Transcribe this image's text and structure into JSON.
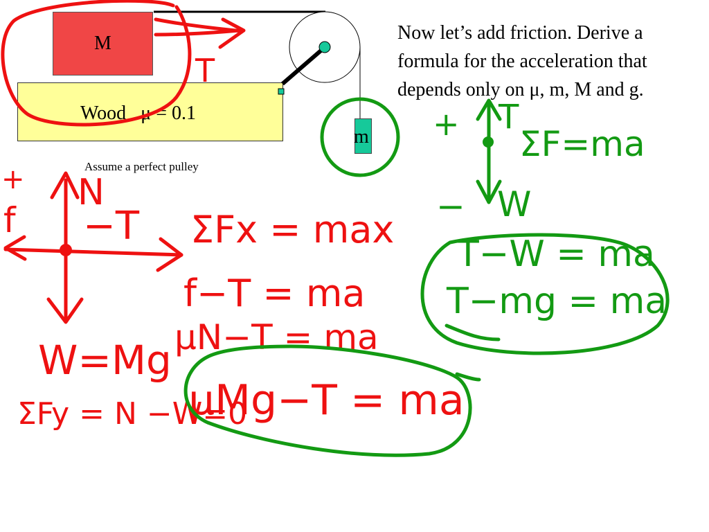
{
  "slide": {
    "problem_text": "Now let’s add friction. Derive a formula for the acceleration that depends only on μ,  m, M and g.",
    "note": "Assume a perfect pulley",
    "block_big_label": "M",
    "block_small_label": "m",
    "surface_label": "Wood   μ = 0.1"
  },
  "handwriting": {
    "red": {
      "tension_arrow": "T",
      "fbd_plus": "+",
      "fbd_f": "f",
      "fbd_N": "N",
      "fbd_minus_T": "−T",
      "eq_sum_fx": "ΣFx = max",
      "eq_f_minus_T": "f−T = ma",
      "eq_muN": "μN−T = ma",
      "eq_W": "W=Mg",
      "eq_sum_fy": "ΣFy = N −W=0",
      "eq_muMg": "μMg−T = ma"
    },
    "green": {
      "plus": "+",
      "T": "T",
      "sum_f": "ΣF=ma",
      "minus": "−",
      "W": "W",
      "eq1": "T−W = ma",
      "eq2": "T−mg = ma"
    }
  },
  "colors": {
    "red_ink": "#ee1111",
    "green_ink": "#139a13",
    "block_M": "#f04646",
    "block_m": "#16c99a",
    "table": "#ffff99"
  }
}
